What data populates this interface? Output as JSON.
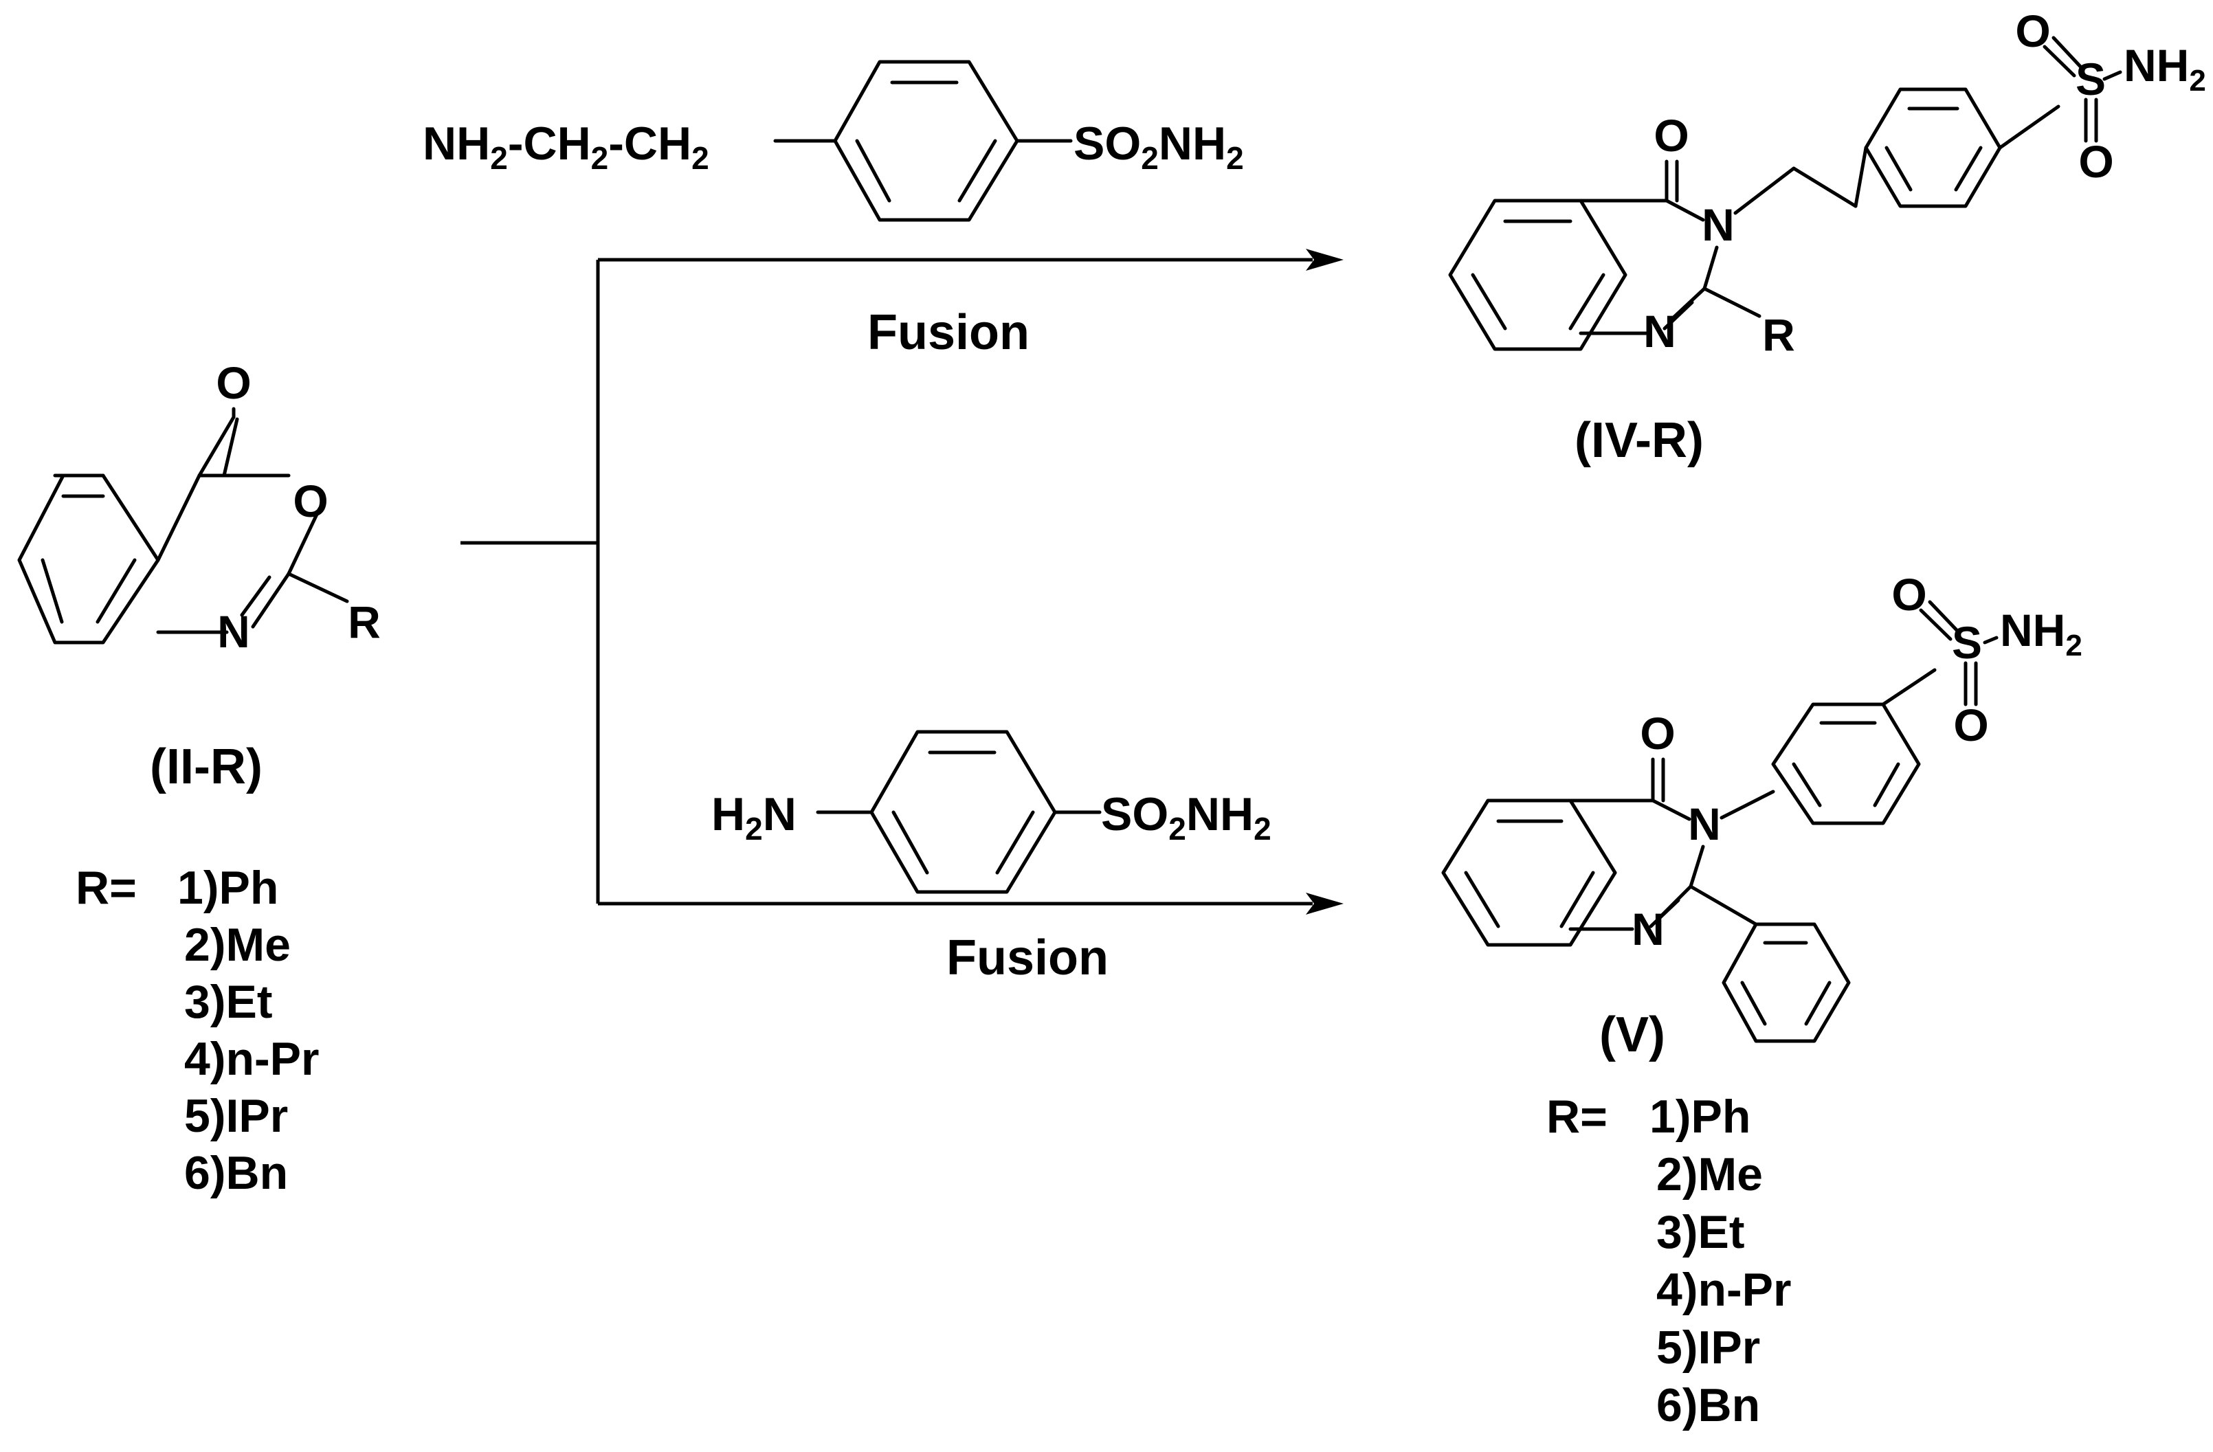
{
  "reagents": {
    "top": {
      "part1": "NH",
      "part2": "-CH",
      "part3": "-CH",
      "sub": "2",
      "suffix_so": "SO",
      "suffix_nh": "NH"
    },
    "bottom": {
      "h": "H",
      "n": "N",
      "sub": "2",
      "suffix_so": "SO",
      "suffix_nh": "NH"
    }
  },
  "conditions": {
    "top": "Fusion",
    "bottom": "Fusion"
  },
  "compounds": {
    "start": {
      "label": "(II-R)",
      "O_carbonyl": "O",
      "O_ring": "O",
      "N": "N",
      "R": "R"
    },
    "product_top": {
      "label": "(IV-R)",
      "O": "O",
      "N3": "N",
      "N1": "N",
      "R": "R",
      "S": "S",
      "O1": "O",
      "O2": "O",
      "NH": "NH",
      "sub": "2"
    },
    "product_bottom": {
      "label": "(V)",
      "O": "O",
      "N3": "N",
      "N1": "N",
      "S": "S",
      "O1": "O",
      "O2": "O",
      "NH": "NH",
      "sub": "2"
    }
  },
  "r_list_left": {
    "prefix": "R=",
    "items": [
      "1)Ph",
      "2)Me",
      "3)Et",
      "4)n-Pr",
      "5)IPr",
      "6)Bn"
    ]
  },
  "r_list_right": {
    "prefix": "R=",
    "items": [
      "1)Ph",
      "2)Me",
      "3)Et",
      "4)n-Pr",
      "5)IPr",
      "6)Bn"
    ]
  }
}
